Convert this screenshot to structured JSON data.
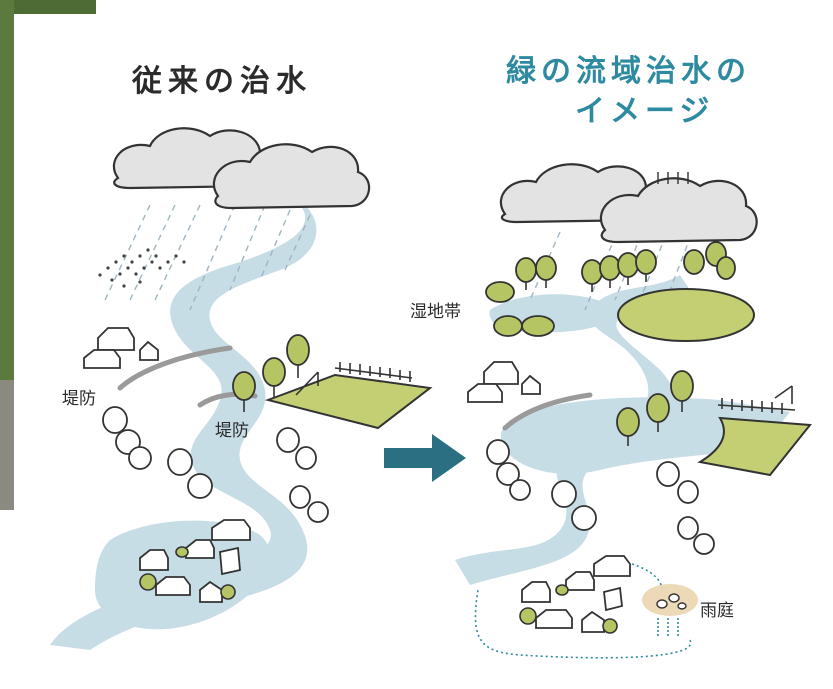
{
  "titles": {
    "conventional": "従来の治水",
    "green_line1": "緑の流域治水の",
    "green_line2": "イメージ"
  },
  "labels": {
    "levee_left": "堤防",
    "levee_center": "堤防",
    "wetland": "湿地帯",
    "rain_garden": "雨庭"
  },
  "colors": {
    "river": "#c7dde6",
    "field": "#c4cf74",
    "tree": "#b5c563",
    "arrow": "#2a6f82",
    "title_accent": "#2e8aa0",
    "cloud": "#e3e3e3",
    "rain_garden": "#ecd9b8"
  }
}
